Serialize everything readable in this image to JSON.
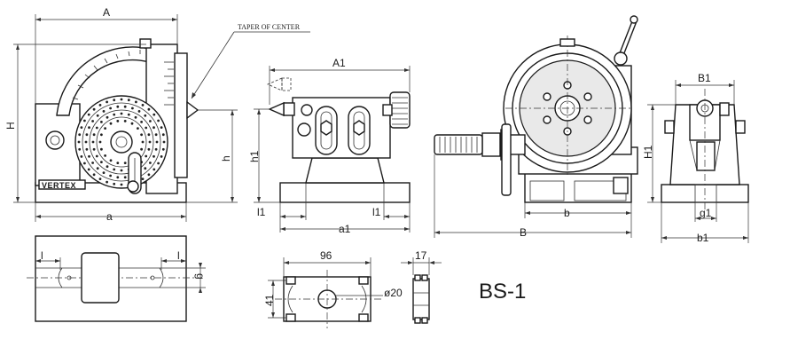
{
  "labels": {
    "A": "A",
    "H": "H",
    "h": "h",
    "a": "a",
    "A1": "A1",
    "h1": "h1",
    "l1_left": "l1",
    "l1_right": "l1",
    "a1": "a1",
    "b": "b",
    "B": "B",
    "B1": "B1",
    "H1": "H1",
    "g1": "g1",
    "b1": "b1",
    "l_left": "l",
    "l_right": "l",
    "g": "g",
    "dim_96": "96",
    "dim_41": "41",
    "dim_17": "17",
    "dim_dia20": "ø20"
  },
  "callouts": {
    "taper": "TAPER OF CENTER"
  },
  "brand": "VERTEX",
  "model": "BS-1",
  "colors": {
    "line": "#1a1a1a",
    "background": "#ffffff"
  }
}
